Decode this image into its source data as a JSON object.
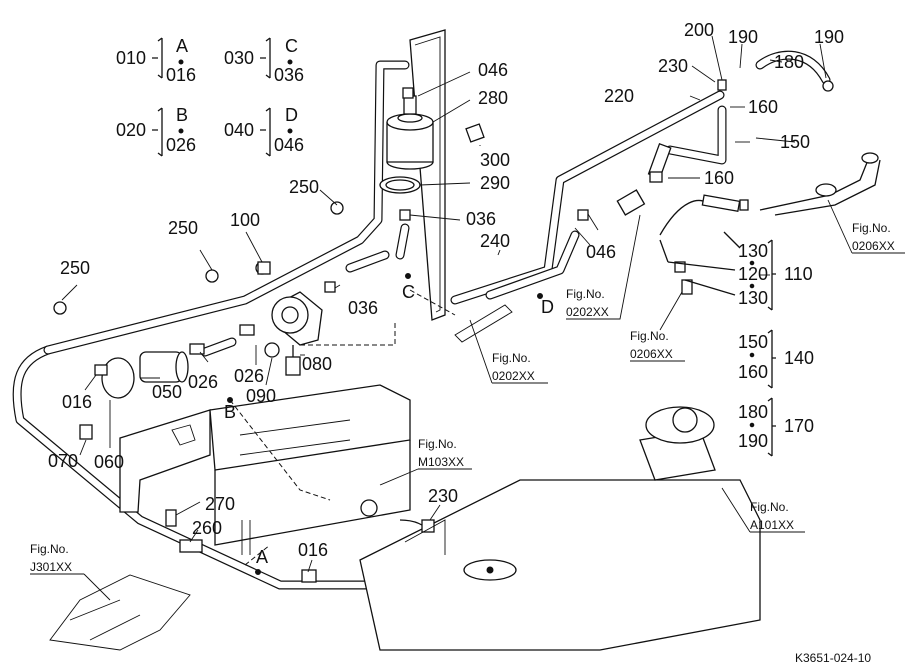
{
  "legend": [
    {
      "code": "010",
      "letter": "A",
      "part": "016"
    },
    {
      "code": "020",
      "letter": "B",
      "part": "026"
    },
    {
      "code": "030",
      "letter": "C",
      "part": "036"
    },
    {
      "code": "040",
      "letter": "D",
      "part": "046"
    }
  ],
  "groups": [
    {
      "items": [
        "130",
        "120",
        "130"
      ],
      "total": "110"
    },
    {
      "items": [
        "150",
        "160"
      ],
      "total": "140"
    },
    {
      "items": [
        "180",
        "190"
      ],
      "total": "170"
    }
  ],
  "callouts": [
    "200",
    "190",
    "190",
    "230",
    "180",
    "220",
    "160",
    "150",
    "160",
    "046",
    "280",
    "300",
    "290",
    "036",
    "240",
    "046",
    "250",
    "100",
    "250",
    "036",
    "250",
    "016",
    "050",
    "026",
    "026",
    "090",
    "080",
    "060",
    "070",
    "270",
    "260",
    "016",
    "230"
  ],
  "letters": [
    "C",
    "D",
    "B",
    "A"
  ],
  "fig_refs": [
    {
      "prefix": "Fig.No.",
      "code": "0206XX"
    },
    {
      "prefix": "Fig.No.",
      "code": "0202XX"
    },
    {
      "prefix": "Fig.No.",
      "code": "0206XX"
    },
    {
      "prefix": "Fig.No.",
      "code": "0202XX"
    },
    {
      "prefix": "Fig.No.",
      "code": "M103XX"
    },
    {
      "prefix": "Fig.No.",
      "code": "A101XX"
    },
    {
      "prefix": "Fig.No.",
      "code": "J301XX"
    }
  ],
  "drawing_id": "K3651-024-10"
}
